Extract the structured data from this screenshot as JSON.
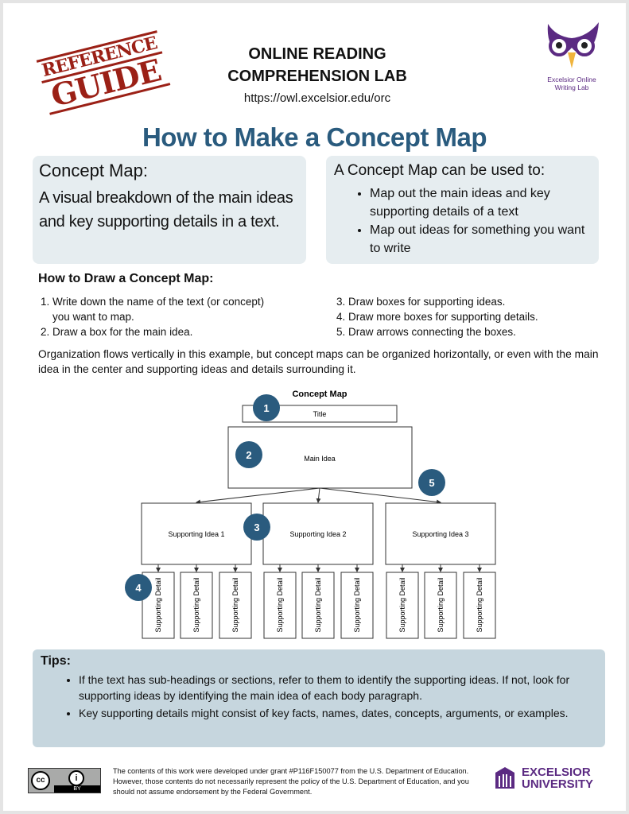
{
  "header": {
    "stamp_line1": "REFERENCE",
    "stamp_line2": "GUIDE",
    "lab_line1": "ONLINE READING",
    "lab_line2": "COMPREHENSION LAB",
    "url": "https://owl.excelsior.edu/orc",
    "logo_text_line1": "Excelsior Online",
    "logo_text_line2": "Writing Lab"
  },
  "title": "How to Make a Concept Map",
  "definition": {
    "heading": "Concept Map:",
    "text": "A visual breakdown of the main ideas and key supporting details in a text."
  },
  "uses": {
    "heading": "A Concept Map can be used to:",
    "items": [
      "Map out the main ideas and key supporting details of a text",
      "Map out ideas for something you want to write"
    ]
  },
  "howto": {
    "heading": "How to Draw a Concept Map:",
    "steps": [
      "Write down the name of the text (or concept) you want to map.",
      "Draw a box for the main idea.",
      "Draw boxes for supporting ideas.",
      "Draw more boxes for supporting details.",
      "Draw arrows connecting the boxes."
    ]
  },
  "note": "Organization flows vertically in this example, but concept maps can be organized horizontally, or even with the main idea in the center and supporting ideas and details surrounding it.",
  "diagram": {
    "heading": "Concept Map",
    "title_box": "Title",
    "main_idea": "Main Idea",
    "supporting_ideas": [
      "Supporting Idea 1",
      "Supporting Idea 2",
      "Supporting Idea 3"
    ],
    "detail_label": "Supporting Detail",
    "markers": [
      "1",
      "2",
      "3",
      "4",
      "5"
    ],
    "marker_color": "#2a5b7e"
  },
  "tips": {
    "heading": "Tips:",
    "items": [
      "If the text has sub-headings or sections, refer to them to identify the supporting ideas. If not, look for supporting ideas by identifying the main idea of each body paragraph.",
      "Key supporting details might consist of key facts, names, dates, concepts, arguments, or examples."
    ]
  },
  "footer": {
    "disclaimer": "The contents of this work were developed under grant #P116F150077 from the U.S. Department of Education. However, those contents do not necessarily represent the policy of the U.S. Department of Education, and you should not assume endorsement by the Federal Government.",
    "cc_label": "BY",
    "university_line1": "EXCELSIOR",
    "university_line2": "UNIVERSITY"
  }
}
